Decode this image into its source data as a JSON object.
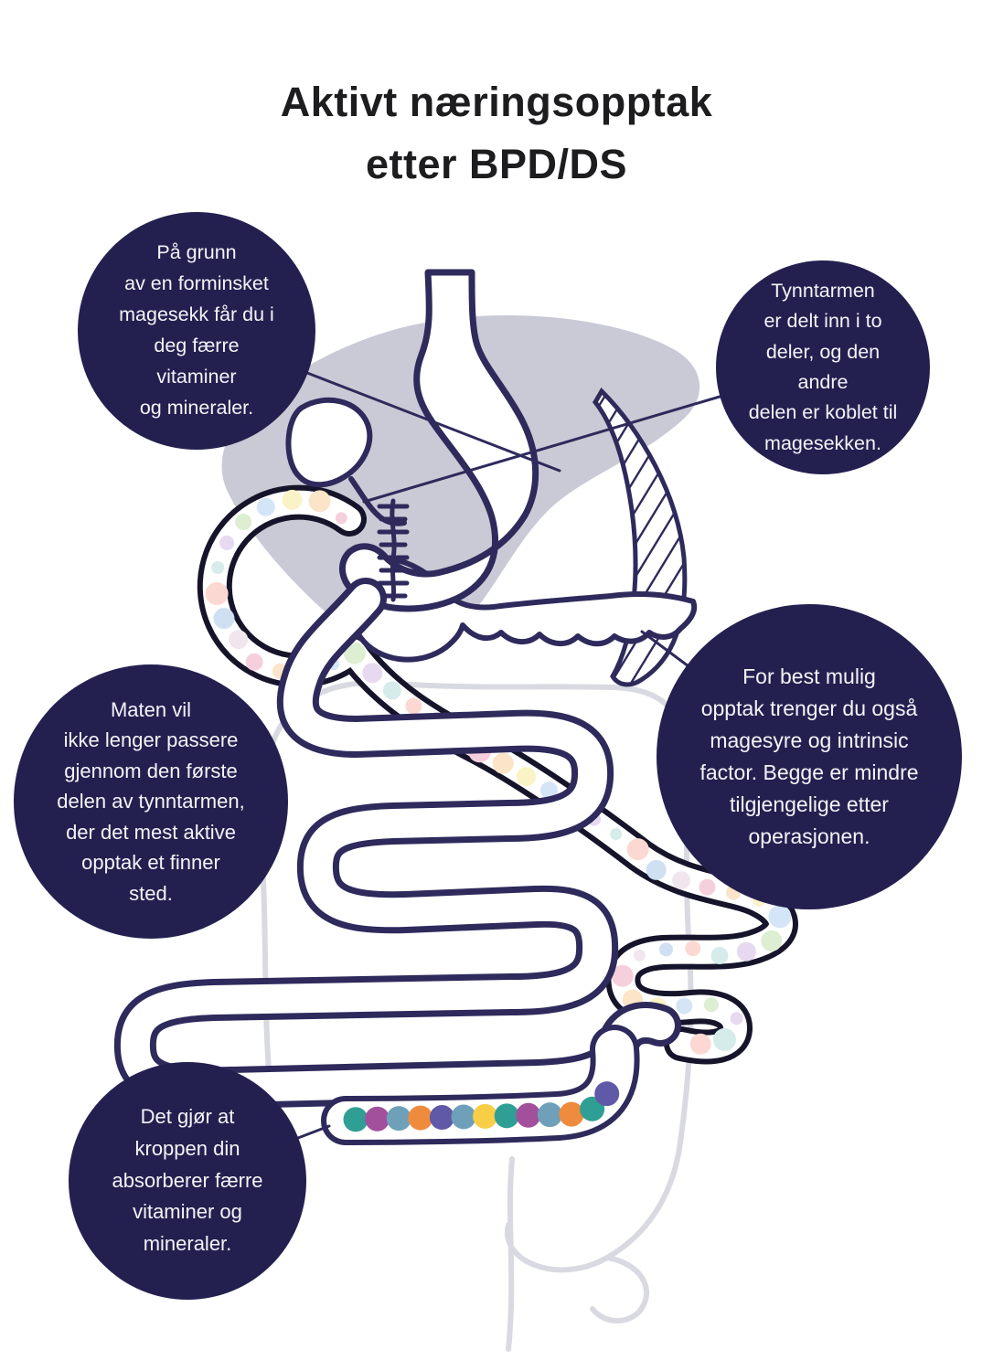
{
  "title": {
    "line1": "Aktivt næringsopptak",
    "line2": "etter BPD/DS"
  },
  "callouts": {
    "top_left": "På grunn\nav en forminsket\nmagesekk får du i\ndeg færre\nvitaminer\nog mineraler.",
    "top_right": "Tynntarmen\ner delt inn i to\ndeler, og den\nandre\ndelen er koblet til\nmagesekken.",
    "mid_left": "Maten vil\nikke lenger passere\ngjennom den første\ndelen av tynntarmen,\nder det mest aktive\nopptak et finner\nsted.",
    "mid_right": "For best mulig\nopptak trenger du også\nmagesyre og intrinsic\nfactor. Begge er mindre\ntilgjengelige etter\noperasjonen.",
    "bottom_left": "Det gjør at\nkroppen din\nabsorberer færre\nvitaminer og\nmineraler."
  },
  "colors": {
    "callout_navy": "#232050",
    "anatomy_outline_navy": "#2e2a5c",
    "bypassed_limb_black": "#15142a",
    "liver_gray": "#c9cad5",
    "colon_gray": "#d9d9e1",
    "title_text": "#1d1d1f",
    "text_on_navy": "#f4f3f7"
  },
  "absorption_dot_colors": [
    "#2f9e94",
    "#a3509c",
    "#6fa0ba",
    "#ee8b3d",
    "#5f59a7",
    "#6fa0ba",
    "#f7ce45",
    "#2f9e94",
    "#a3509c",
    "#6fa0ba",
    "#ee8b3d",
    "#2f9e94",
    "#5f59a7"
  ],
  "pastel_dot_colors": [
    "#f6cfdd",
    "#fbe4c8",
    "#f9f3c5",
    "#d4e5f7",
    "#ddeed2",
    "#e7d9ef",
    "#d5ecea",
    "#fbd9d2",
    "#cfe0f2",
    "#f2e6ee"
  ]
}
